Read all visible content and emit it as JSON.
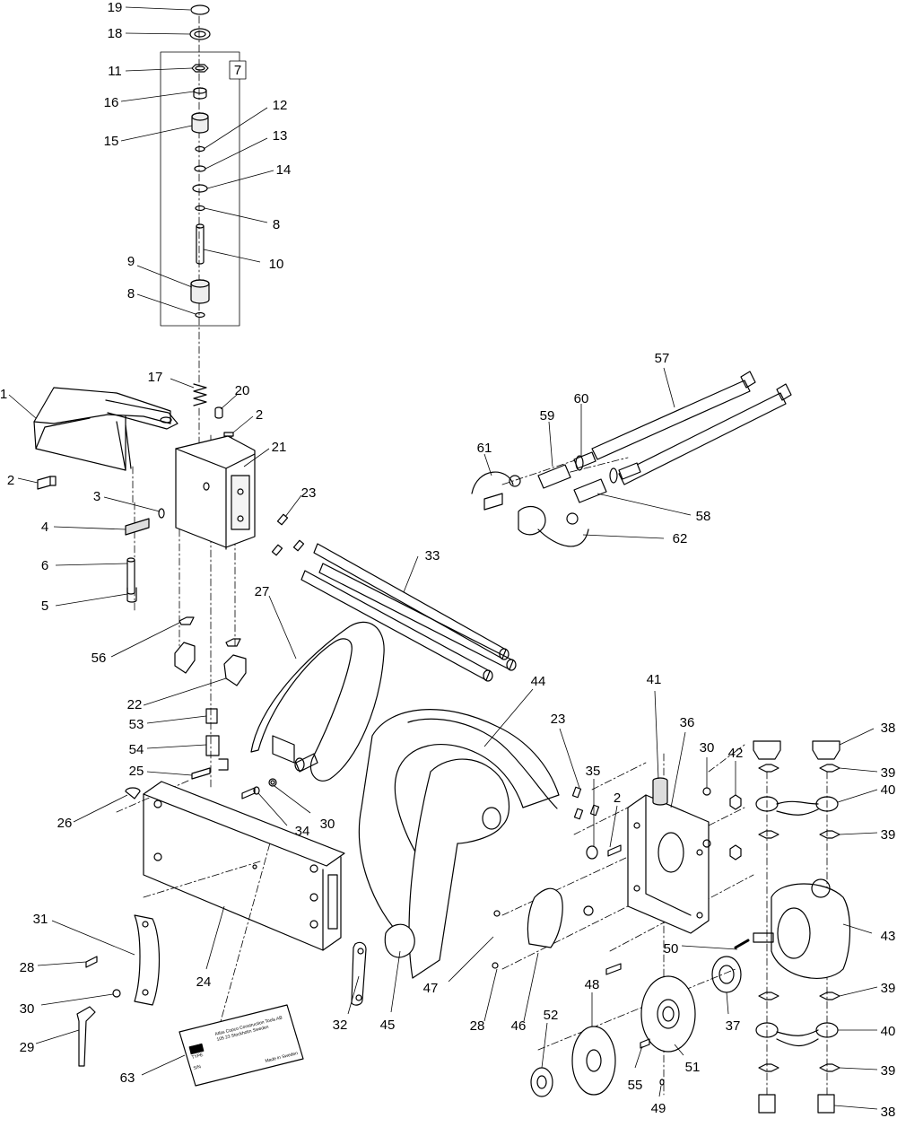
{
  "diagram": {
    "group_box_label": "7",
    "callouts": [
      {
        "id": "c19",
        "label": "19"
      },
      {
        "id": "c18",
        "label": "18"
      },
      {
        "id": "c11",
        "label": "11"
      },
      {
        "id": "c16",
        "label": "16"
      },
      {
        "id": "c15",
        "label": "15"
      },
      {
        "id": "c12",
        "label": "12"
      },
      {
        "id": "c13",
        "label": "13"
      },
      {
        "id": "c14",
        "label": "14"
      },
      {
        "id": "c8a",
        "label": "8"
      },
      {
        "id": "c10",
        "label": "10"
      },
      {
        "id": "c9",
        "label": "9"
      },
      {
        "id": "c8b",
        "label": "8"
      },
      {
        "id": "c17",
        "label": "17"
      },
      {
        "id": "c20",
        "label": "20"
      },
      {
        "id": "c2a",
        "label": "2"
      },
      {
        "id": "c1",
        "label": "1"
      },
      {
        "id": "c2b",
        "label": "2"
      },
      {
        "id": "c21",
        "label": "21"
      },
      {
        "id": "c3",
        "label": "3"
      },
      {
        "id": "c23a",
        "label": "23"
      },
      {
        "id": "c4",
        "label": "4"
      },
      {
        "id": "c6",
        "label": "6"
      },
      {
        "id": "c5",
        "label": "5"
      },
      {
        "id": "c33",
        "label": "33"
      },
      {
        "id": "c56",
        "label": "56"
      },
      {
        "id": "c27",
        "label": "27"
      },
      {
        "id": "c22",
        "label": "22"
      },
      {
        "id": "c53",
        "label": "53"
      },
      {
        "id": "c54",
        "label": "54"
      },
      {
        "id": "c25",
        "label": "25"
      },
      {
        "id": "c26",
        "label": "26"
      },
      {
        "id": "c34",
        "label": "34"
      },
      {
        "id": "c30a",
        "label": "30"
      },
      {
        "id": "c24",
        "label": "24"
      },
      {
        "id": "c31",
        "label": "31"
      },
      {
        "id": "c28a",
        "label": "28"
      },
      {
        "id": "c30b",
        "label": "30"
      },
      {
        "id": "c29",
        "label": "29"
      },
      {
        "id": "c63",
        "label": "63"
      },
      {
        "id": "c32",
        "label": "32"
      },
      {
        "id": "c45",
        "label": "45"
      },
      {
        "id": "c44",
        "label": "44"
      },
      {
        "id": "c23b",
        "label": "23"
      },
      {
        "id": "c35",
        "label": "35"
      },
      {
        "id": "c2c",
        "label": "2"
      },
      {
        "id": "c47",
        "label": "47"
      },
      {
        "id": "c28b",
        "label": "28"
      },
      {
        "id": "c46",
        "label": "46"
      },
      {
        "id": "c41",
        "label": "41"
      },
      {
        "id": "c36",
        "label": "36"
      },
      {
        "id": "c30c",
        "label": "30"
      },
      {
        "id": "c42",
        "label": "42"
      },
      {
        "id": "c38a",
        "label": "38"
      },
      {
        "id": "c39a",
        "label": "39"
      },
      {
        "id": "c40a",
        "label": "40"
      },
      {
        "id": "c39b",
        "label": "39"
      },
      {
        "id": "c43",
        "label": "43"
      },
      {
        "id": "c50",
        "label": "50"
      },
      {
        "id": "c39c",
        "label": "39"
      },
      {
        "id": "c40b",
        "label": "40"
      },
      {
        "id": "c39d",
        "label": "39"
      },
      {
        "id": "c38b",
        "label": "38"
      },
      {
        "id": "c37",
        "label": "37"
      },
      {
        "id": "c52",
        "label": "52"
      },
      {
        "id": "c48",
        "label": "48"
      },
      {
        "id": "c51",
        "label": "51"
      },
      {
        "id": "c55",
        "label": "55"
      },
      {
        "id": "c49",
        "label": "49"
      },
      {
        "id": "c57",
        "label": "57"
      },
      {
        "id": "c60",
        "label": "60"
      },
      {
        "id": "c59",
        "label": "59"
      },
      {
        "id": "c61",
        "label": "61"
      },
      {
        "id": "c58",
        "label": "58"
      },
      {
        "id": "c62",
        "label": "62"
      }
    ],
    "nameplate": {
      "brand": "Atlas",
      "line1": "Atlas Copco Construction Tools AB",
      "line2": "105 23 Stockholm Sweden",
      "type_label": "TYPE",
      "sn_label": "S/N",
      "made_in": "Made in Sweden"
    }
  }
}
